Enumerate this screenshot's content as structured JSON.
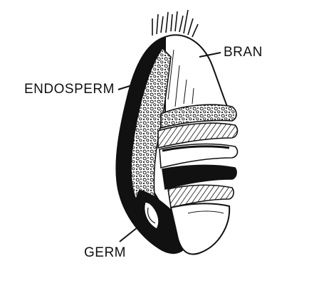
{
  "labels": {
    "bran": "BRAN",
    "endosperm": "ENDOSPERM",
    "germ": "GERM"
  },
  "colors": {
    "ink": "#111111",
    "background": "#ffffff"
  }
}
